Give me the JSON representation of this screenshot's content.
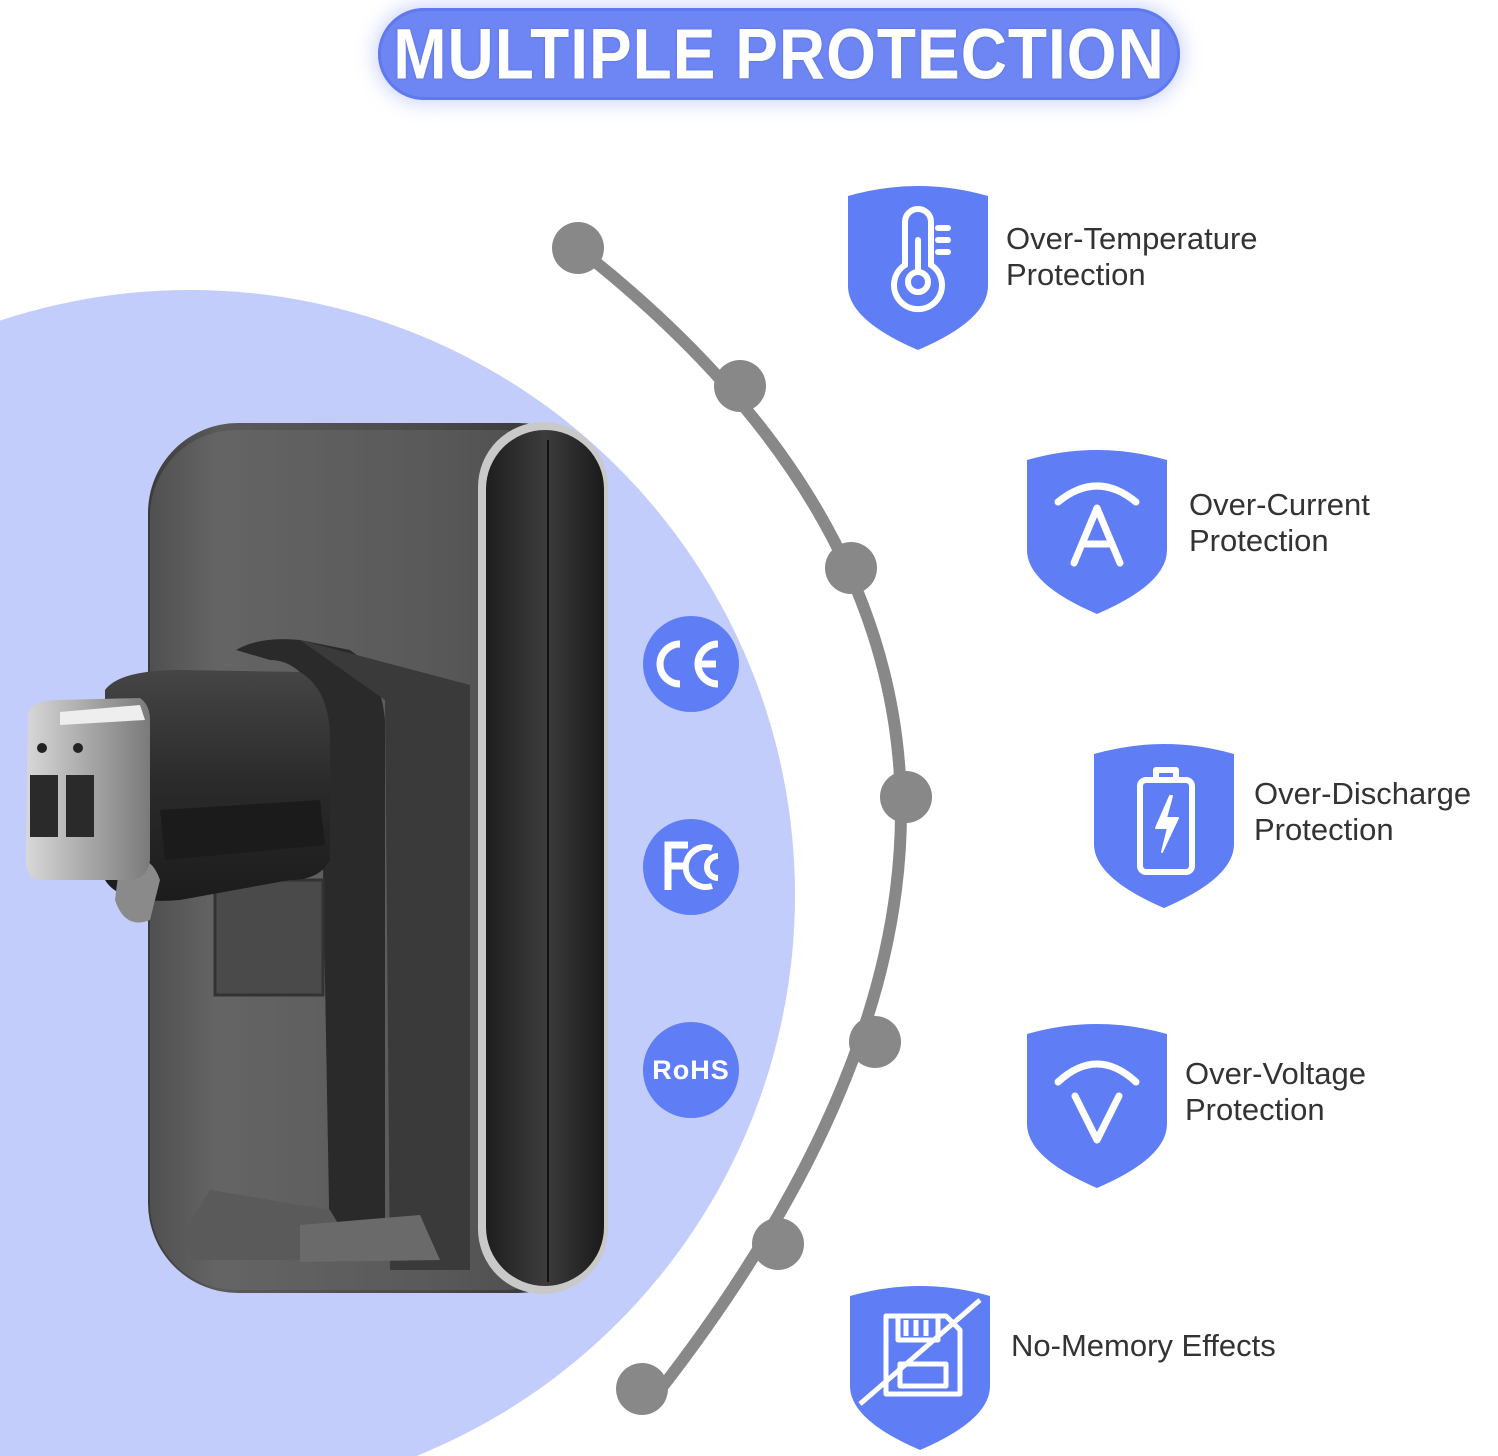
{
  "title": "MULTIPLE PROTECTION",
  "colors": {
    "accent": "#6e86f3",
    "shield": "#5f7ef5",
    "background_circle": "#c3cdfb",
    "chain": "#888888",
    "text": "#333333"
  },
  "certifications": [
    {
      "icon": "ce-icon",
      "label": "CE"
    },
    {
      "icon": "fcc-icon",
      "label": "FC"
    },
    {
      "icon": "rohs-icon",
      "label": "RoHS"
    }
  ],
  "features": [
    {
      "icon": "thermometer-icon",
      "line1": "Over-Temperature",
      "line2": "Protection"
    },
    {
      "icon": "ampere-icon",
      "line1": "Over-Current",
      "line2": "Protection"
    },
    {
      "icon": "battery-bolt-icon",
      "line1": "Over-Discharge",
      "line2": "Protection"
    },
    {
      "icon": "voltage-icon",
      "line1": "Over-Voltage",
      "line2": "Protection"
    },
    {
      "icon": "no-memory-card-icon",
      "line1": "No-Memory Effects",
      "line2": ""
    }
  ]
}
